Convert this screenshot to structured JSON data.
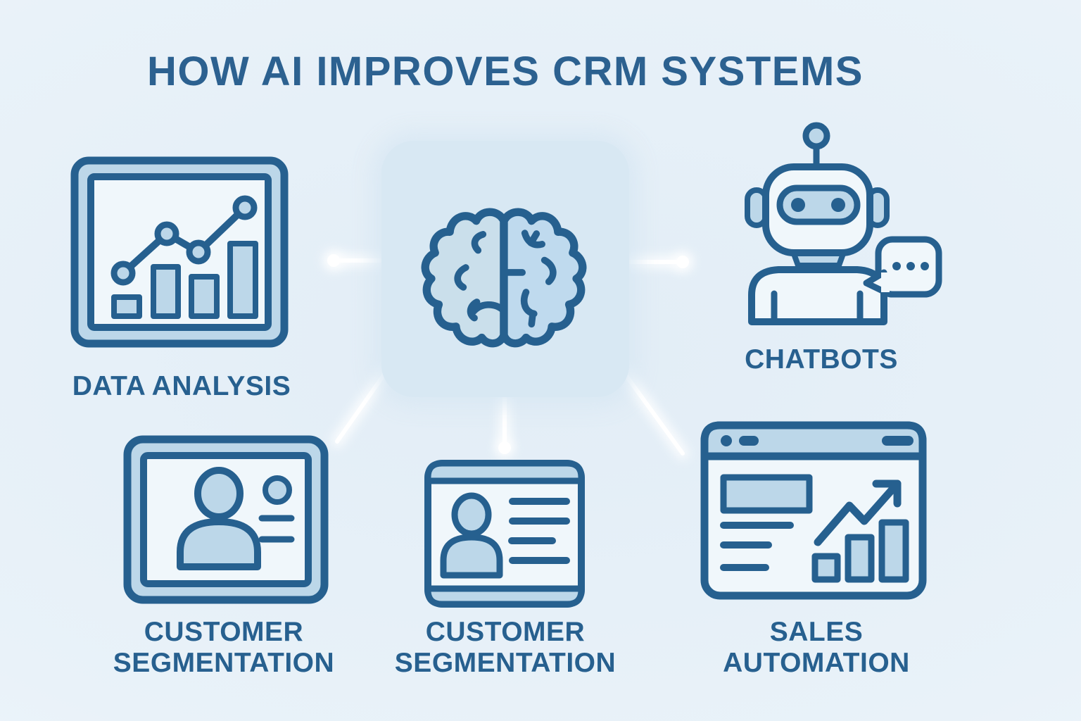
{
  "title": "HOW AI IMPROVES CRM SYSTEMS",
  "center": {
    "icon": "brain-icon",
    "description": "AI brain hub"
  },
  "nodes": [
    {
      "id": "data-analysis",
      "label": "DATA ANALYSIS",
      "icon": "bar-line-chart-icon"
    },
    {
      "id": "chatbots",
      "label": "CHATBOTS",
      "icon": "robot-chat-icon"
    },
    {
      "id": "customer-segmentation-left",
      "label": "CUSTOMER SEGMENTATION",
      "icon": "customer-profile-icon"
    },
    {
      "id": "customer-segmentation-center",
      "label": "CUSTOMER SEGMENTATION",
      "icon": "id-card-icon"
    },
    {
      "id": "sales-automation",
      "label": "SALES AUTOMATION",
      "icon": "sales-dashboard-icon"
    }
  ],
  "colors": {
    "stroke": "#26608f",
    "light_fill": "#bcd7e9",
    "pale_fill": "#f0f7fb",
    "panel": "#d8e8f3",
    "label": "#27608f",
    "title": "#2c6190",
    "connector": "#ffffff"
  }
}
